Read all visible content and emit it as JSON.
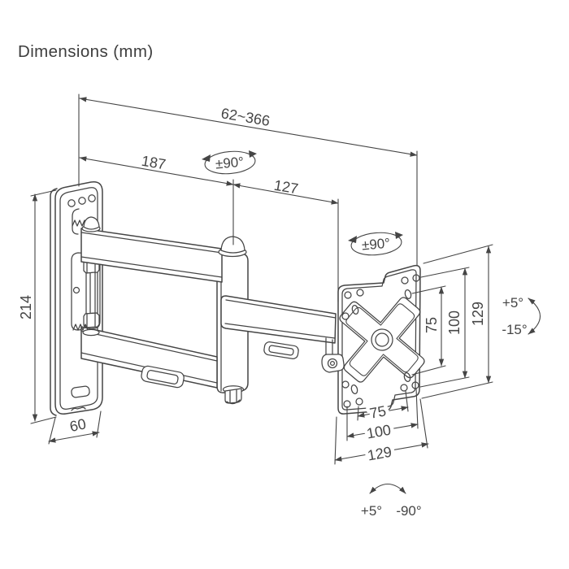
{
  "title": "Dimensions (mm)",
  "colors": {
    "line": "#454545",
    "background": "#ffffff"
  },
  "dims": {
    "range": "62~366",
    "arm1": "187",
    "arm2": "127",
    "plate_h": "214",
    "plate_w": "60",
    "v75": "75",
    "v100": "100",
    "v129": "129",
    "h75": "75",
    "h100": "100",
    "h129": "129"
  },
  "angles": {
    "swivel1": "±90°",
    "swivel2": "±90°",
    "tilt_up": "+5°",
    "tilt_down": "-15°",
    "roll_up": "+5°",
    "roll_down": "-90°"
  }
}
